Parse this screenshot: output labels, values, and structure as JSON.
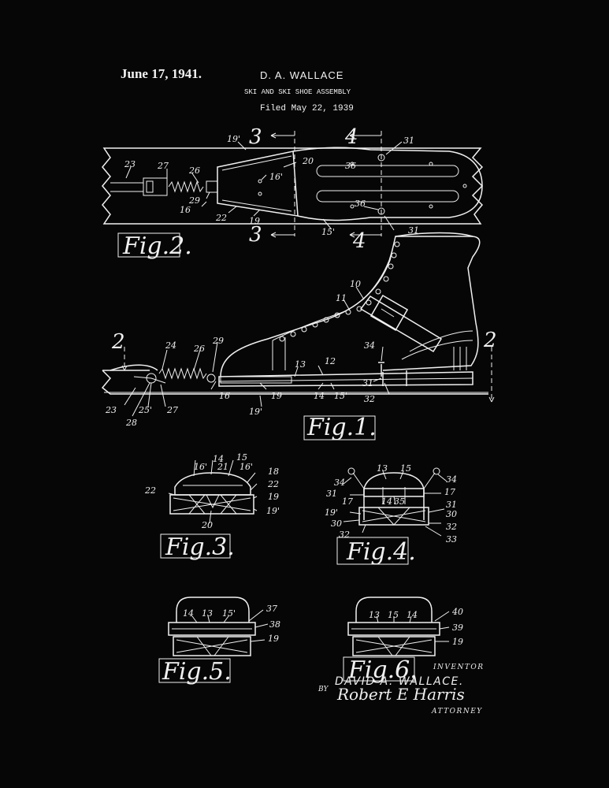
{
  "header": {
    "date": "June 17, 1941.",
    "inventor": "D. A. WALLACE",
    "title": "SKI AND SKI SHOE ASSEMBLY",
    "filed": "Filed May 22, 1939"
  },
  "figures": {
    "fig1": "Fig.1.",
    "fig2": "Fig.2.",
    "fig3": "Fig.3.",
    "fig4": "Fig.4.",
    "fig5": "Fig.5.",
    "fig6": "Fig.6."
  },
  "section_marks": {
    "s3a": "3",
    "s4a": "4",
    "s3b": "3",
    "s4b": "4",
    "s2a": "2",
    "s2b": "2"
  },
  "reference_numerals": {
    "fig2": [
      "19'",
      "31",
      "23",
      "27",
      "26",
      "20",
      "16'",
      "36",
      "29",
      "16",
      "22",
      "19",
      "36",
      "15'",
      "31"
    ],
    "fig1": [
      "10",
      "11",
      "34",
      "24",
      "26",
      "29",
      "13",
      "12",
      "31",
      "16",
      "19",
      "14",
      "15'",
      "32",
      "19'",
      "23",
      "25'",
      "27",
      "28"
    ],
    "fig3": [
      "14",
      "15",
      "16'",
      "21",
      "16'",
      "18",
      "22",
      "22",
      "19",
      "19'",
      "20"
    ],
    "fig4": [
      "13",
      "15",
      "34",
      "34",
      "31",
      "17",
      "14",
      "35",
      "17",
      "31",
      "19'",
      "30",
      "30",
      "32",
      "32",
      "33"
    ],
    "fig5": [
      "14",
      "13",
      "15'",
      "37",
      "38",
      "19"
    ],
    "fig6": [
      "13",
      "15",
      "14",
      "40",
      "39",
      "19"
    ]
  },
  "signature": {
    "inventor_label": "INVENTOR",
    "inventor_name": "DAVID A. WALLACE.",
    "by": "BY",
    "attorney_signature": "Robert E Harris",
    "attorney_label": "ATTORNEY"
  }
}
